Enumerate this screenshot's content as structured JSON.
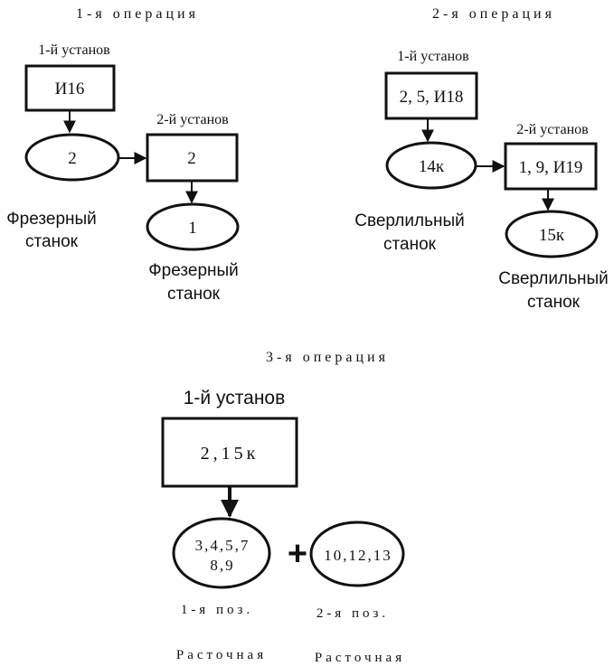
{
  "op1": {
    "title": "1-я операция",
    "setup1": {
      "label": "1-й установ",
      "box": "И16",
      "node": "2",
      "machine_line1": "Фрезерный",
      "machine_line2": "станок"
    },
    "setup2": {
      "label": "2-й установ",
      "box": "2",
      "node": "1",
      "machine_line1": "Фрезерный",
      "machine_line2": "станок"
    }
  },
  "op2": {
    "title": "2-я операция",
    "setup1": {
      "label": "1-й установ",
      "box": "2, 5, И18",
      "node": "14к",
      "machine_line1": "Сверлильный",
      "machine_line2": "станок"
    },
    "setup2": {
      "label": "2-й установ",
      "box": "1, 9, И19",
      "node": "15к",
      "machine_line1": "Сверлильный",
      "machine_line2": "станок"
    }
  },
  "op3": {
    "title": "3-я операция",
    "setup1": {
      "label": "1-й установ",
      "box": "2,15к"
    },
    "pos1": {
      "line1": "3,4,5,7",
      "line2": "8,9",
      "label": "1-я поз.",
      "machine": "Расточная"
    },
    "plus": "+",
    "pos2": {
      "text": "10,12,13",
      "label": "2-я поз.",
      "machine": "Расточная"
    }
  }
}
